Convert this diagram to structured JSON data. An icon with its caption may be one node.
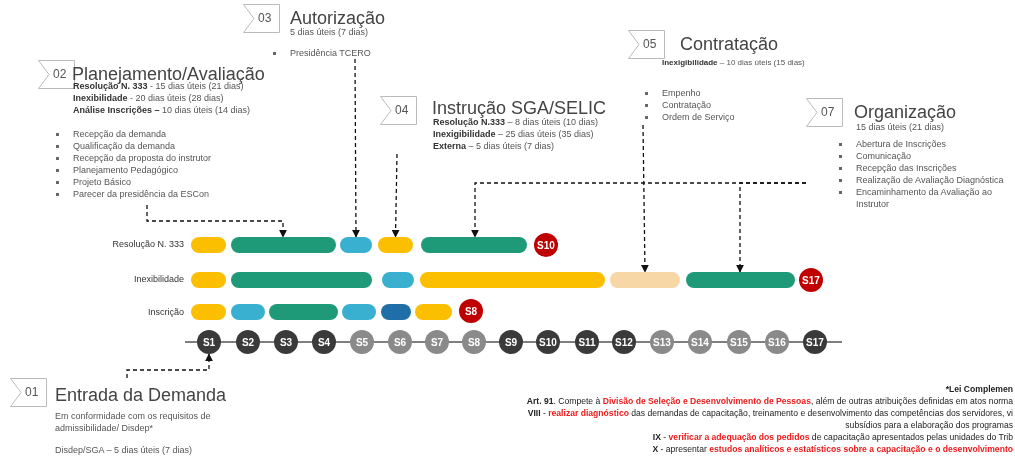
{
  "diagram": {
    "nodes": [
      {
        "text": [
          "01",
          "Entrada da Demanda",
          "Em conformidade com os requisitos de admissibilidade/ Disdep*",
          "Disdep/SGA – 5 dias úteis (7 dias)"
        ]
      },
      {
        "text": [
          "02",
          "Planejamento/Avaliação",
          "**Resolução N. 333** - 15 dias úteis (21 dias)",
          "**Inexibilidade** - 20 dias úteis (28 dias)",
          "**Análise Inscrições –** 10 dias úteis (14 dias)",
          "Recepção da demanda",
          "Qualificação da demanda",
          "Recepção da proposta do instrutor",
          "Planejamento Pedagógico",
          "Projeto Básico",
          "Parecer da presidência da ESCon"
        ]
      },
      {
        "text": [
          "03",
          "Autorização",
          "5 dias úteis (7 dias)",
          "Presidência TCERO"
        ]
      },
      {
        "text": [
          "04",
          "Instrução SGA/SELIC",
          "**Resolução N.333** – 8 dias úteis (10 dias)",
          "**Inexigibilidade** – 25 dias úteis (35 dias)",
          "**Externa** – 5 dias úteis (7 dias)"
        ]
      },
      {
        "text": [
          "05",
          "Contratação",
          "**Inexigibilidade** – 10 dias úteis (15 dias)",
          "Empenho",
          "Contratação",
          "Ordem de Serviço"
        ]
      },
      {
        "text": [
          "07",
          "Organização",
          "15 dias úteis (21 dias)",
          "Abertura de Inscrições",
          "Comunicação",
          "Recepção das Inscrições",
          "Realização de Avaliação Diagnóstica",
          "Encaminhamento da Avaliação ao Instrutor"
        ]
      },
      {
        "text": [],
        "shape": "bar"
      },
      {
        "text": [],
        "shape": "bar"
      },
      {
        "text": [],
        "shape": "bar"
      },
      {
        "text": [],
        "shape": "bar"
      },
      {
        "text": [],
        "shape": "bar"
      },
      {
        "text": [
          "S10"
        ]
      },
      {
        "text": [],
        "shape": "bar"
      },
      {
        "text": [],
        "shape": "bar"
      },
      {
        "text": [],
        "shape": "bar"
      },
      {
        "text": [],
        "shape": "bar"
      },
      {
        "text": [],
        "shape": "bar"
      },
      {
        "text": [],
        "shape": "bar"
      },
      {
        "text": [
          "S17"
        ]
      },
      {
        "text": [],
        "shape": "bar"
      },
      {
        "text": [],
        "shape": "bar"
      },
      {
        "text": [],
        "shape": "bar"
      },
      {
        "text": [],
        "shape": "bar"
      },
      {
        "text": [],
        "shape": "bar"
      },
      {
        "text": [],
        "shape": "bar"
      },
      {
        "text": [
          "S8"
        ]
      },
      {
        "text": [
          "S1"
        ]
      },
      {
        "text": [
          "S2"
        ]
      },
      {
        "text": [
          "S3"
        ]
      },
      {
        "text": [
          "S4"
        ]
      },
      {
        "text": [
          "S5"
        ]
      },
      {
        "text": [
          "S6"
        ]
      },
      {
        "text": [
          "S7"
        ]
      },
      {
        "text": [
          "S8"
        ]
      },
      {
        "text": [
          "S9"
        ]
      },
      {
        "text": [
          "S10"
        ]
      },
      {
        "text": [
          "S11"
        ]
      },
      {
        "text": [
          "S12"
        ]
      },
      {
        "text": [
          "S13"
        ]
      },
      {
        "text": [
          "S14"
        ]
      },
      {
        "text": [
          "S15"
        ]
      },
      {
        "text": [
          "S16"
        ]
      },
      {
        "text": [
          "S17"
        ]
      }
    ],
    "edges": [
      {
        "from": 0,
        "to": 26,
        "arrow": "to",
        "style": "dashed"
      },
      {
        "from": 1,
        "to": 7,
        "arrow": "to",
        "style": "dashed"
      },
      {
        "from": 2,
        "to": 8,
        "arrow": "to",
        "style": "dashed"
      },
      {
        "from": 3,
        "to": 9,
        "arrow": "to",
        "style": "dashed"
      },
      {
        "from": 4,
        "to": 16,
        "arrow": "to",
        "style": "dashed"
      },
      {
        "from": 5,
        "to": 10,
        "arrow": "to",
        "style": "dashed"
      },
      {
        "from": 5,
        "to": 17,
        "arrow": "to",
        "style": "dashed"
      }
    ],
    "labels": [
      "Resolução N. 333",
      "Inexibilidade",
      "Inscrição",
      "*Lei Complemen",
      "**Art. 91**. Compete à *Divisão de Seleção e Desenvolvimento de Pessoas*, além de outras atribuições definidas em atos norma",
      "**VIII** - *realizar diagnóstico* das demandas de capacitação, treinamento e desenvolvimento das competências dos servidores, vi",
      "subsídios para a elaboração dos programas",
      "**IX** - *verificar a adequação dos pedidos* de capacitação apresentados pelas unidades do Trib",
      "**X** - apresentar *estudos analíticos e estatísticos sobre a capacitação e o desenvolvimento*"
    ]
  }
}
